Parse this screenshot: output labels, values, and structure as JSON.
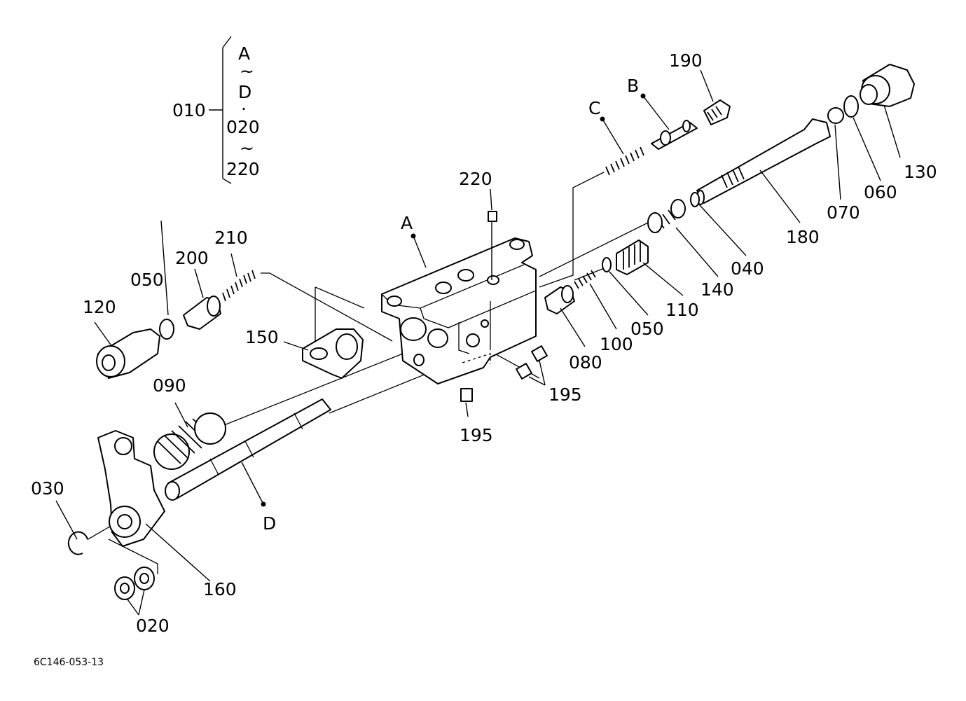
{
  "assembly": {
    "label": "010",
    "range": [
      "A",
      "~",
      "D",
      "·",
      "020",
      "~",
      "220"
    ]
  },
  "letters": {
    "a": "A",
    "b": "B",
    "c": "C",
    "d": "D"
  },
  "parts": {
    "p020": "020",
    "p030": "030",
    "p040": "040",
    "p050a": "050",
    "p050b": "050",
    "p060": "060",
    "p070": "070",
    "p080": "080",
    "p090": "090",
    "p100": "100",
    "p110": "110",
    "p120": "120",
    "p130": "130",
    "p140": "140",
    "p150": "150",
    "p160": "160",
    "p180": "180",
    "p190": "190",
    "p195a": "195",
    "p195b": "195",
    "p200": "200",
    "p210": "210",
    "p220": "220"
  },
  "drawing_code": "6C146-053-13"
}
